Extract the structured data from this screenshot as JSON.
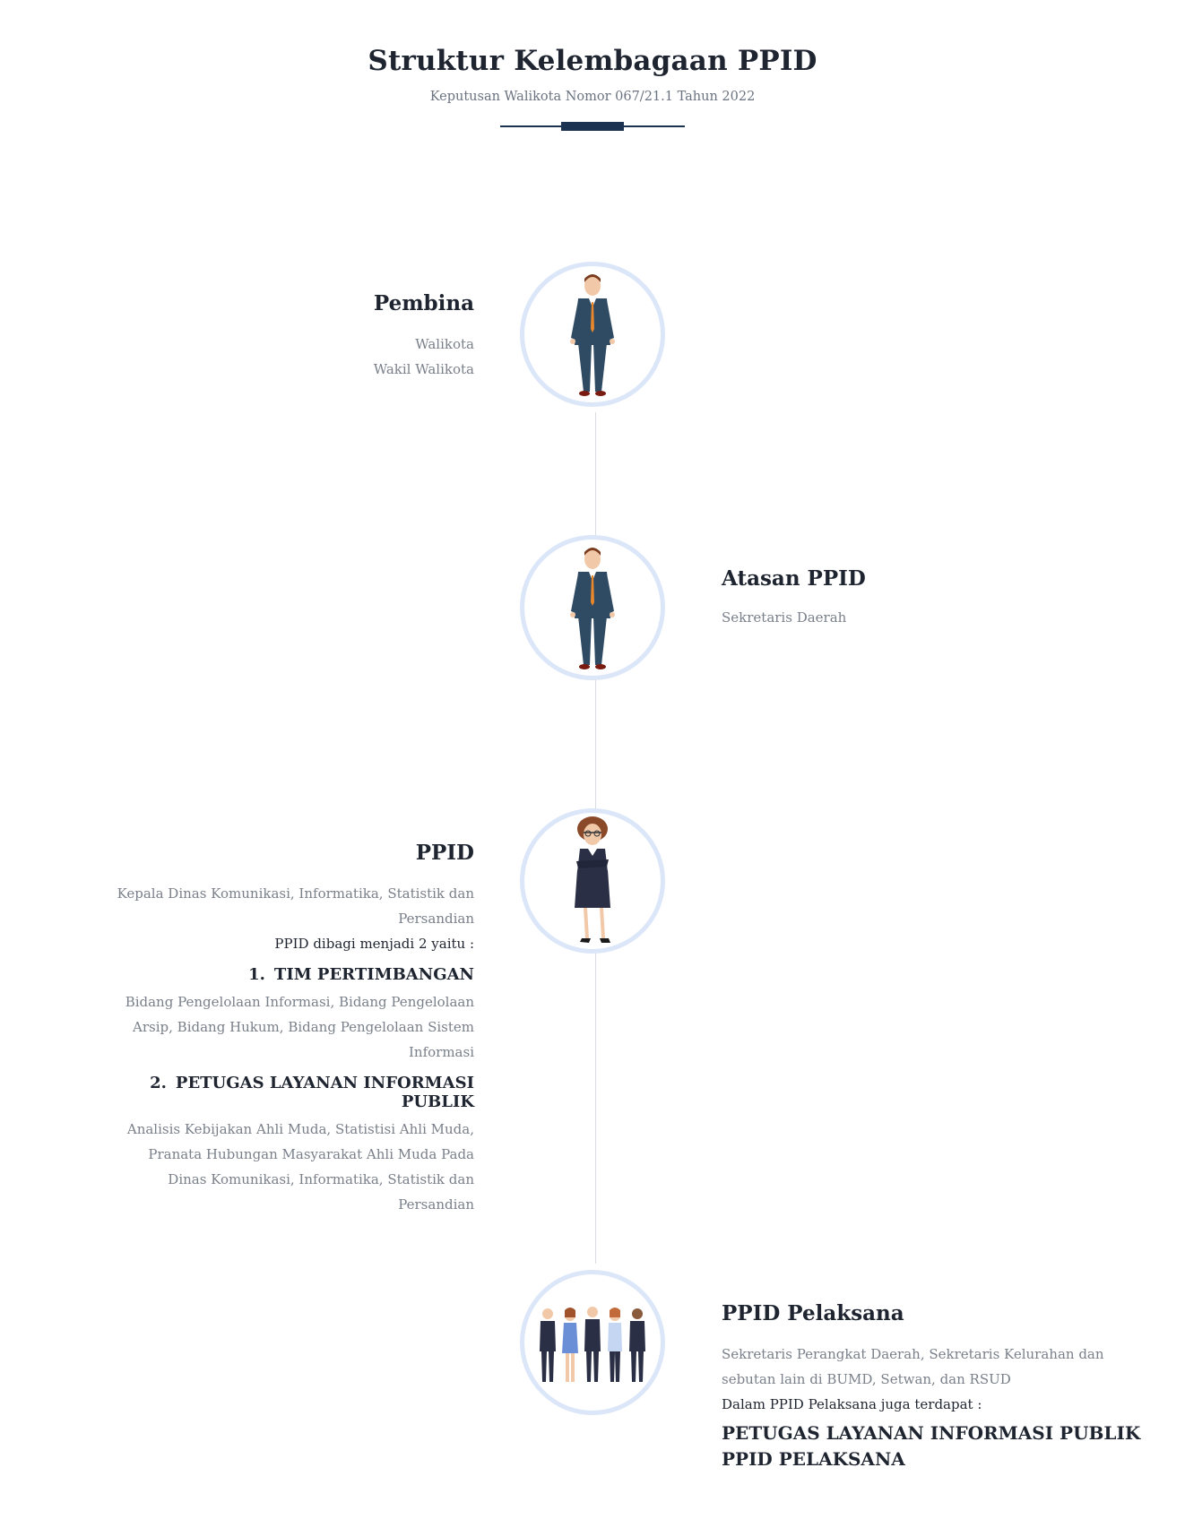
{
  "header": {
    "title": "Struktur Kelembagaan PPID",
    "subtitle": "Keputusan Walikota Nomor 067/21.1 Tahun 2022"
  },
  "sections": {
    "pembina": {
      "title": "Pembina",
      "lines": [
        "Walikota",
        "Wakil Walikota"
      ],
      "icon": "man-in-suit-icon"
    },
    "atasan": {
      "title": "Atasan PPID",
      "lines": [
        "Sekretaris Daerah"
      ],
      "icon": "man-in-suit-icon"
    },
    "ppid": {
      "title": "PPID",
      "lines": [
        "Kepala Dinas Komunikasi, Informatika, Statistik dan",
        "Persandian"
      ],
      "intro": "PPID dibagi menjadi 2 yaitu :",
      "items": [
        {
          "num": "1.",
          "heading": "TIM PERTIMBANGAN",
          "lines": [
            "Bidang Pengelolaan Informasi, Bidang Pengelolaan",
            "Arsip, Bidang Hukum, Bidang Pengelolaan Sistem",
            "Informasi"
          ]
        },
        {
          "num": "2.",
          "heading": "PETUGAS LAYANAN INFORMASI PUBLIK",
          "lines": [
            "Analisis Kebijakan Ahli Muda, Statistisi Ahli Muda,",
            "Pranata Hubungan Masyarakat Ahli Muda Pada",
            "Dinas Komunikasi, Informatika, Statistik dan",
            "Persandian"
          ]
        }
      ],
      "icon": "business-woman-icon"
    },
    "pelaksana": {
      "title": "PPID Pelaksana",
      "lines": [
        "Sekretaris Perangkat Daerah, Sekretaris Kelurahan dan",
        "sebutan lain di BUMD, Setwan, dan RSUD"
      ],
      "intro": "Dalam PPID Pelaksana juga terdapat :",
      "highlight": [
        "PETUGAS LAYANAN INFORMASI PUBLIK",
        "PPID PELAKSANA"
      ],
      "icon": "team-group-icon"
    }
  },
  "colors": {
    "accent": "#1b3350",
    "circle_border": "#dbe6f9",
    "muted_text": "#7a808a",
    "connector": "#d9dce1"
  }
}
